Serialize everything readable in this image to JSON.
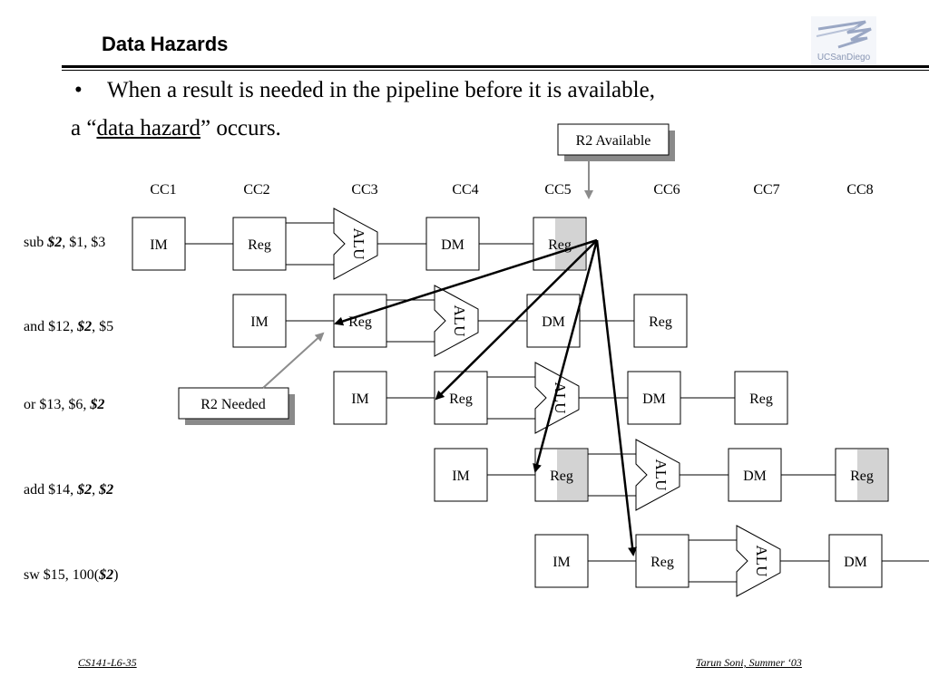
{
  "slide": {
    "title": "Data Hazards",
    "bullet_text": "When a result is needed in the pipeline before it is available,",
    "line2_pre": "a “",
    "line2_link": "data hazard",
    "line2_post": "” occurs.",
    "logo_text": "UCSanDiego"
  },
  "diagram": {
    "clock_cycles": [
      "CC1",
      "CC2",
      "CC3",
      "CC4",
      "CC5",
      "CC6",
      "CC7",
      "CC8"
    ],
    "instructions": [
      {
        "parts": [
          "sub ",
          "$2",
          ", $1, $3"
        ],
        "stages": [
          "IM",
          "Reg",
          "ALU",
          "DM",
          "Reg"
        ]
      },
      {
        "parts": [
          "and $12, ",
          "$2",
          ", $5"
        ],
        "stages": [
          "IM",
          "Reg",
          "ALU",
          "DM",
          "Reg"
        ]
      },
      {
        "parts": [
          "or $13, $6, ",
          "$2",
          ""
        ],
        "stages": [
          "IM",
          "Reg",
          "ALU",
          "DM",
          "Reg"
        ]
      },
      {
        "parts": [
          "add $14, ",
          "$2",
          ", ",
          "$2"
        ],
        "stages": [
          "IM",
          "Reg",
          "ALU",
          "DM",
          "Reg"
        ]
      },
      {
        "parts": [
          "sw $15, 100(",
          "$2",
          ")"
        ],
        "stages": [
          "IM",
          "Reg",
          "ALU",
          "DM"
        ]
      }
    ],
    "callouts": {
      "available": "R2 Available",
      "needed": "R2 Needed"
    }
  },
  "footer": {
    "left": "CS141-L6-35",
    "right": "Tarun Soni, Summer ‘03"
  }
}
